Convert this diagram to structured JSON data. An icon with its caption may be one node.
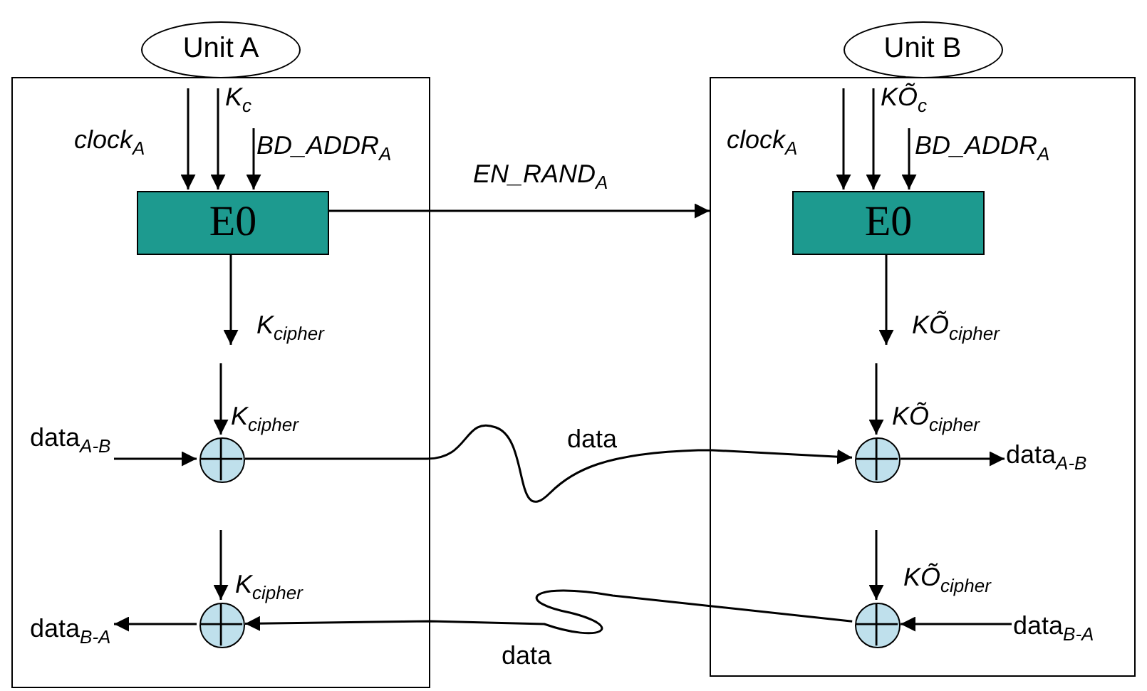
{
  "diagram": {
    "nodes": [
      {
        "text": [
          "Unit A"
        ]
      },
      {
        "text": [
          "E0"
        ],
        "in": 0
      },
      {
        "text": [],
        "shape": "circle",
        "in": 0
      },
      {
        "text": [],
        "shape": "circle",
        "in": 0
      },
      {
        "text": [
          "Unit B"
        ]
      },
      {
        "text": [
          "E0"
        ],
        "in": 4
      },
      {
        "text": [],
        "shape": "circle",
        "in": 4
      },
      {
        "text": [],
        "shape": "circle",
        "in": 4
      },
      {
        "text": [
          "data$_{A-B}$"
        ],
        "in": 0
      },
      {
        "text": [
          "data$_{B-A}$"
        ],
        "in": 0
      },
      {
        "text": [
          "data$_{A-B}$"
        ],
        "in": 4
      },
      {
        "text": [
          "data$_{B-A}$"
        ],
        "in": 4
      }
    ],
    "edges": [
      {
        "from": null,
        "to": 1,
        "arrow": "to",
        "label": "clock$_{A}$"
      },
      {
        "from": null,
        "to": 1,
        "arrow": "to",
        "label": "K$_{c}$"
      },
      {
        "from": null,
        "to": 1,
        "arrow": "to",
        "label": "BD_ADDR$_{A}$"
      },
      {
        "from": 1,
        "to": 4,
        "arrow": "to",
        "label": "EN_RAND$_{A}$"
      },
      {
        "from": 1,
        "to": null,
        "arrow": "to",
        "label": "K$_{cipher}$"
      },
      {
        "from": null,
        "to": 2,
        "arrow": "to",
        "label": "K$_{cipher}$"
      },
      {
        "from": 8,
        "to": 2,
        "arrow": "to"
      },
      {
        "from": 2,
        "to": 6,
        "arrow": "to",
        "label": "data"
      },
      {
        "from": null,
        "to": 3,
        "arrow": "to",
        "label": "K$_{cipher}$"
      },
      {
        "from": 3,
        "to": 9,
        "arrow": "to"
      },
      {
        "from": null,
        "to": 5,
        "arrow": "to",
        "label": "clock$_{A}$"
      },
      {
        "from": null,
        "to": 5,
        "arrow": "to",
        "label": "KÕ$_{c}$"
      },
      {
        "from": null,
        "to": 5,
        "arrow": "to",
        "label": "BD_ADDR$_{A}$"
      },
      {
        "from": 5,
        "to": null,
        "arrow": "to",
        "label": "KÕ$_{cipher}$"
      },
      {
        "from": null,
        "to": 6,
        "arrow": "to",
        "label": "KÕ$_{cipher}$"
      },
      {
        "from": 6,
        "to": 10,
        "arrow": "to"
      },
      {
        "from": null,
        "to": 7,
        "arrow": "to",
        "label": "KÕ$_{cipher}$"
      },
      {
        "from": 11,
        "to": 7,
        "arrow": "to"
      },
      {
        "from": 7,
        "to": 3,
        "arrow": "to",
        "label": "data"
      }
    ]
  }
}
